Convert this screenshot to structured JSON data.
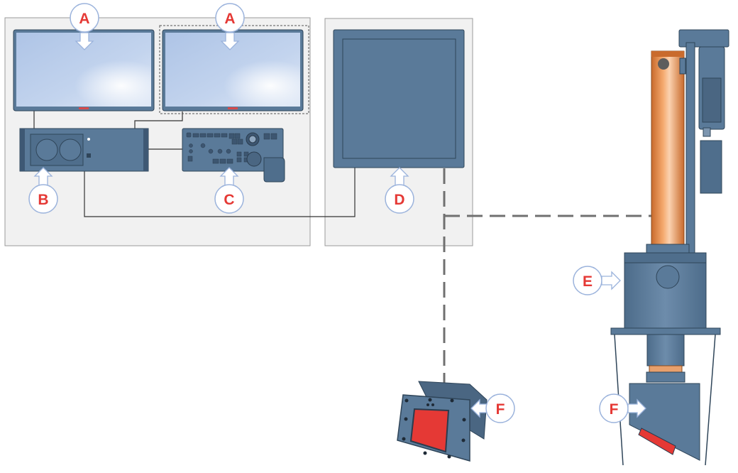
{
  "colors": {
    "equipment": "#5a7a99",
    "equipment_dark": "#2f4559",
    "screen": "#b8cdeb",
    "panel_bg": "#f1f1f1",
    "cable": "#333333",
    "link_dashed": "#707070",
    "column_orange": "#e8924f",
    "callout_ring": "#9bb3dc",
    "callout_text": "#e53935",
    "sensor_window": "#e53935"
  },
  "callouts": {
    "monitor_1": "A",
    "monitor_2": "A",
    "processing_unit": "B",
    "control_panel": "C",
    "display_d": "D",
    "drive_unit": "E",
    "sensor_portable": "F",
    "sensor_mounted": "F"
  },
  "icons": {
    "pointer": "arrow-icon"
  }
}
